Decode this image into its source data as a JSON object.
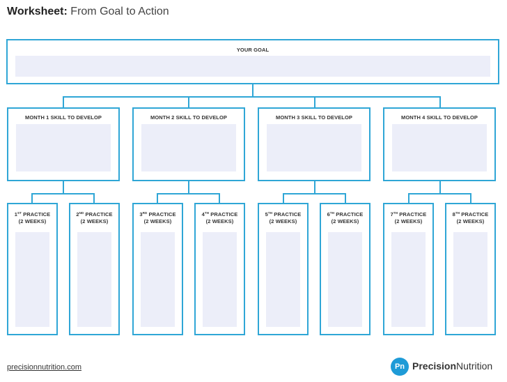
{
  "header": {
    "title_bold": "Worksheet:",
    "title_rest": " From Goal to Action"
  },
  "goal": {
    "label": "YOUR GOAL"
  },
  "months": [
    {
      "label": "MONTH 1 SKILL TO DEVELOP"
    },
    {
      "label": "MONTH 2 SKILL TO DEVELOP"
    },
    {
      "label": "MONTH 3 SKILL TO DEVELOP"
    },
    {
      "label": "MONTH 4 SKILL TO DEVELOP"
    }
  ],
  "practices": [
    {
      "num": "1",
      "ord": "ST",
      "word": " PRACTICE",
      "duration": "(2 WEEKS)"
    },
    {
      "num": "2",
      "ord": "ND",
      "word": " PRACTICE",
      "duration": "(2 WEEKS)"
    },
    {
      "num": "3",
      "ord": "RD",
      "word": " PRACTICE",
      "duration": "(2 WEEKS)"
    },
    {
      "num": "4",
      "ord": "TH",
      "word": " PRACTICE",
      "duration": "(2 WEEKS)"
    },
    {
      "num": "5",
      "ord": "TH",
      "word": " PRACTICE",
      "duration": "(2 WEEKS)"
    },
    {
      "num": "6",
      "ord": "TH",
      "word": " PRACTICE",
      "duration": "(2 WEEKS)"
    },
    {
      "num": "7",
      "ord": "TH",
      "word": " PRACTICE",
      "duration": "(2 WEEKS)"
    },
    {
      "num": "8",
      "ord": "TH",
      "word": " PRACTICE",
      "duration": "(2 WEEKS)"
    }
  ],
  "footer": {
    "url": "precisionnutrition.com",
    "logo_mark": "Pn",
    "brand_bold": "Precision",
    "brand_rest": "Nutrition"
  },
  "colors": {
    "accent": "#2fa6d6",
    "field": "#eceef9",
    "logo": "#1e9bd7"
  }
}
